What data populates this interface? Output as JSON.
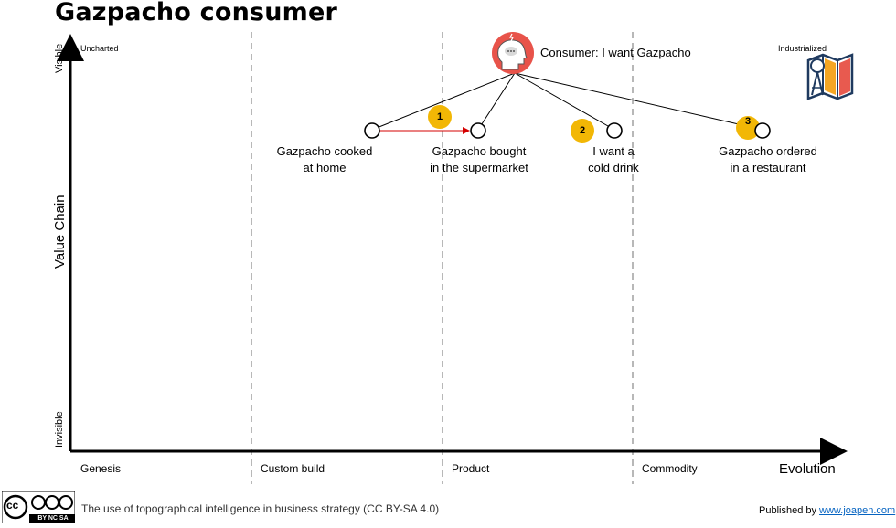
{
  "title": "Gazpacho consumer",
  "corners": {
    "top_left": "Uncharted",
    "top_right": "Industrialized"
  },
  "y_axis": {
    "label": "Value Chain",
    "top": "Visible",
    "bottom": "Invisible"
  },
  "x_axis": {
    "label": "Evolution",
    "stages": [
      "Genesis",
      "Custom build",
      "Product",
      "Commodity"
    ]
  },
  "anchor": {
    "label": "Consumer: I want Gazpacho"
  },
  "nodes": [
    {
      "id": "home",
      "line1": "Gazpacho cooked",
      "line2": "at home"
    },
    {
      "id": "supermarket",
      "line1": "Gazpacho bought",
      "line2": "in the supermarket"
    },
    {
      "id": "drink",
      "line1": "I want a",
      "line2": "cold drink"
    },
    {
      "id": "restaurant",
      "line1": "Gazpacho ordered",
      "line2": "in a restaurant"
    }
  ],
  "annotations": [
    "1",
    "2",
    "3"
  ],
  "colors": {
    "accent": "#f2b705",
    "movement": "#d40000",
    "anchor_bg": "#e8534a",
    "link": "#0563c1"
  },
  "footer": {
    "cc_text": "BY  NC  SA",
    "text": "The use of topographical intelligence in business strategy (CC BY-SA 4.0)",
    "published_by": "Published by ",
    "link": "www.joapen.com"
  }
}
